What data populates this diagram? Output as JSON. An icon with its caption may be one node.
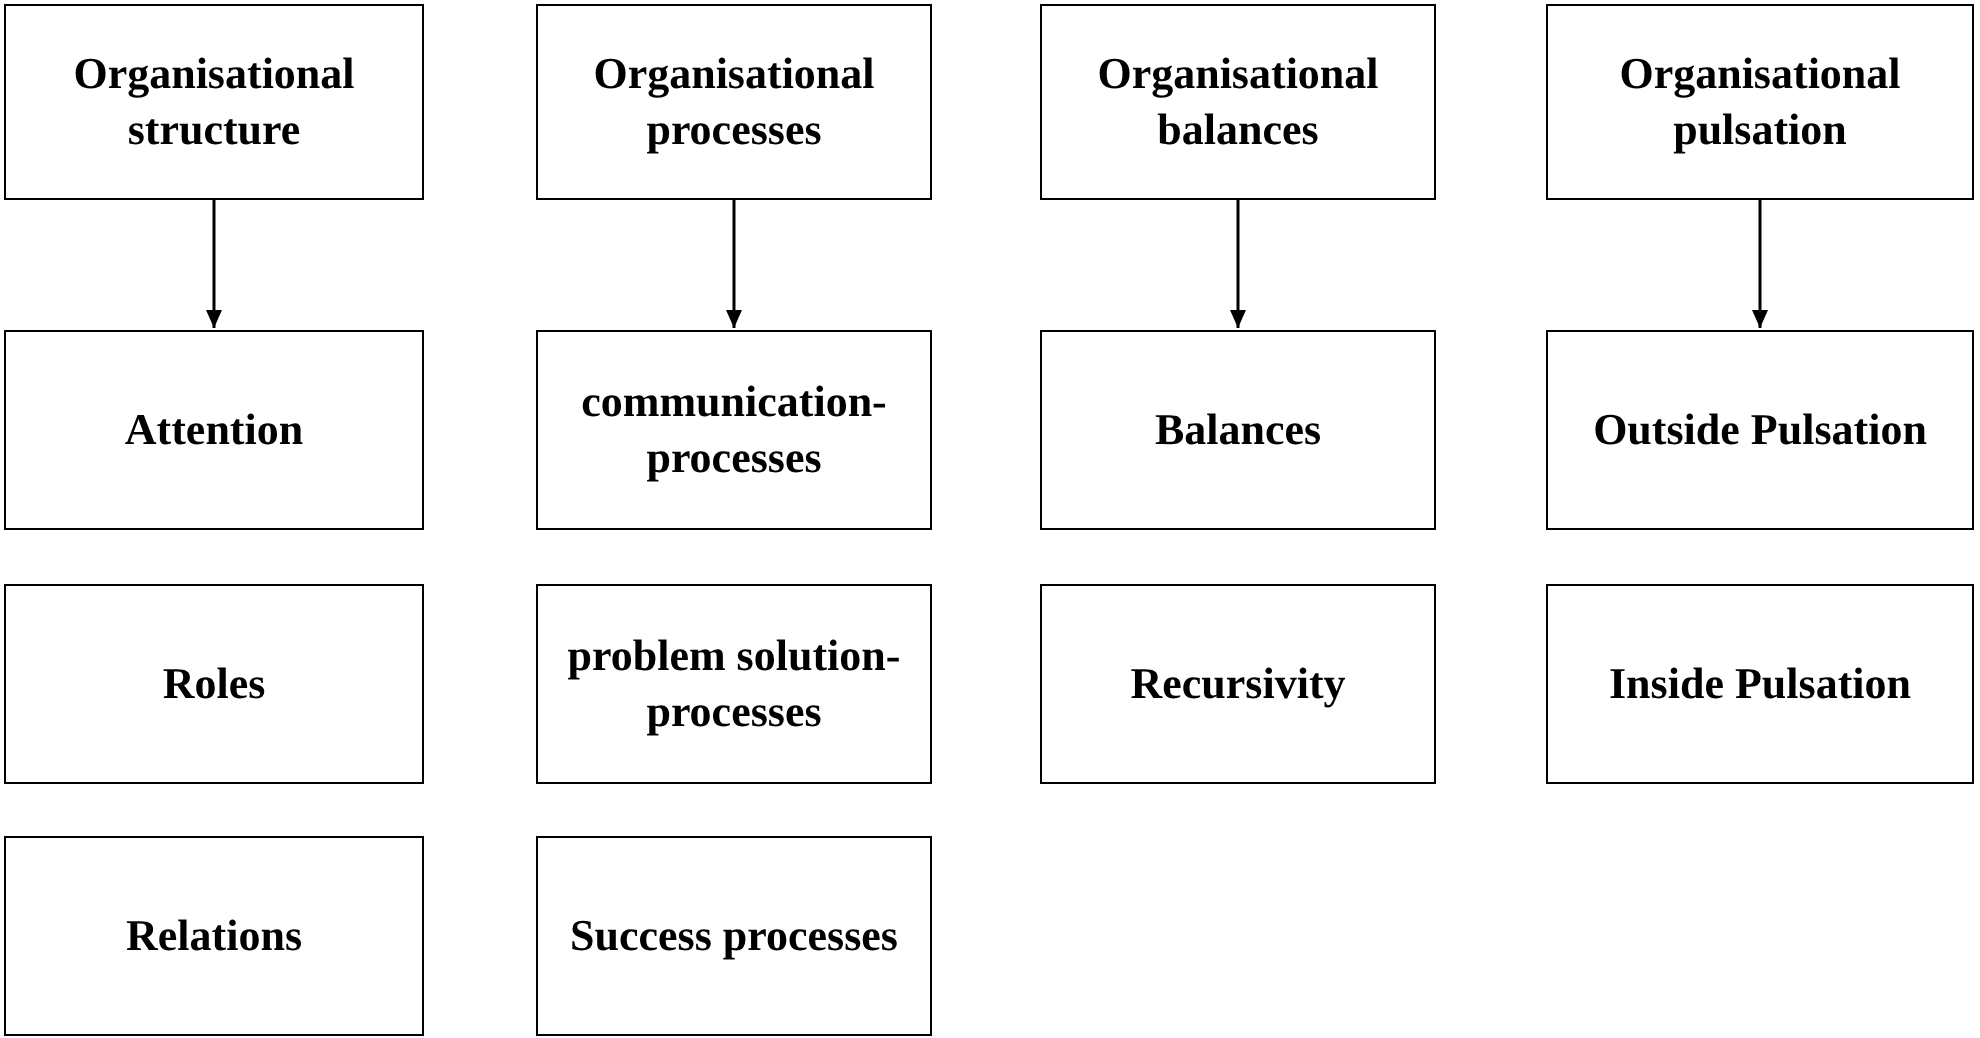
{
  "diagram": {
    "nodes": [
      {
        "text": [
          "Organisational structure"
        ]
      },
      {
        "text": [
          "Attention"
        ]
      },
      {
        "text": [
          "Roles"
        ]
      },
      {
        "text": [
          "Relations"
        ]
      },
      {
        "text": [
          "Organisational processes"
        ]
      },
      {
        "text": [
          "communication- processes"
        ]
      },
      {
        "text": [
          "problem solution- processes"
        ]
      },
      {
        "text": [
          "Success processes"
        ]
      },
      {
        "text": [
          "Organisational balances"
        ]
      },
      {
        "text": [
          "Balances"
        ]
      },
      {
        "text": [
          "Recursivity"
        ]
      },
      {
        "text": [
          "Organisational pulsation"
        ]
      },
      {
        "text": [
          "Outside Pulsation"
        ]
      },
      {
        "text": [
          "Inside Pulsation"
        ]
      }
    ],
    "edges": [
      {
        "from": 0,
        "to": 1,
        "arrow": "to"
      },
      {
        "from": 4,
        "to": 5,
        "arrow": "to"
      },
      {
        "from": 8,
        "to": 9,
        "arrow": "to"
      },
      {
        "from": 11,
        "to": 12,
        "arrow": "to"
      }
    ]
  }
}
